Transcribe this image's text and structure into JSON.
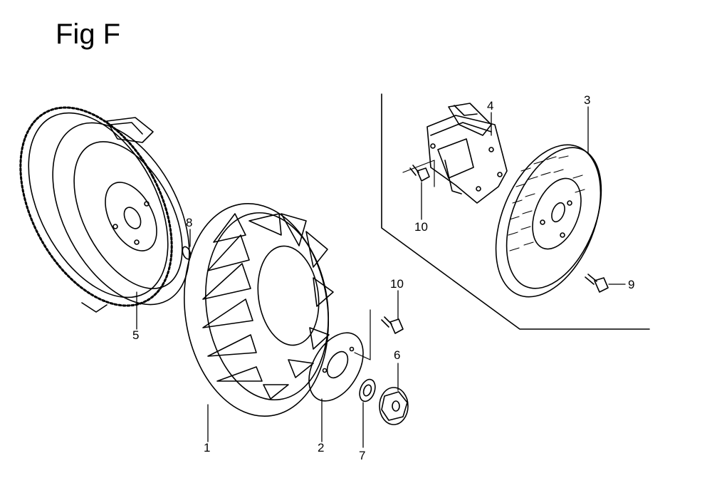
{
  "figure": {
    "title": "Fig F"
  },
  "callouts": {
    "p1": "1",
    "p2": "2",
    "p3": "3",
    "p4": "4",
    "p5": "5",
    "p6": "6",
    "p7": "7",
    "p8": "8",
    "p9": "9",
    "p10a": "10",
    "p10b": "10"
  }
}
